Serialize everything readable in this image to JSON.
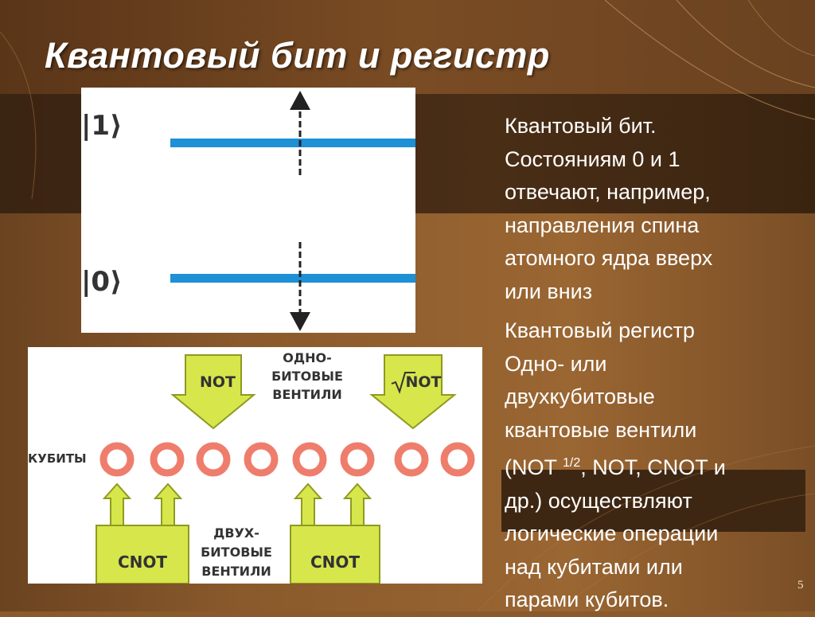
{
  "slide": {
    "title": "Квантовый бит и регистр",
    "number": "5",
    "colors": {
      "background": "#8a5a2c",
      "dark_band": "#3a2412",
      "title": "#ffffff",
      "text": "#ffffff"
    }
  },
  "qubit_diagram": {
    "upper_state": "|1⟩",
    "lower_state": "|0⟩",
    "level_color": "#1e90d6"
  },
  "register_diagram": {
    "single_gates_label_line1": "ОДНО-",
    "single_gates_label_line2": "БИТОВЫЕ",
    "single_gates_label_line3": "ВЕНТИЛИ",
    "two_gates_label_line1": "ДВУХ-",
    "two_gates_label_line2": "БИТОВЫЕ",
    "two_gates_label_line3": "ВЕНТИЛИ",
    "qubits_label": "КУБИТЫ",
    "gate_not_1": "NOT",
    "gate_not_2": "NOT",
    "gate_cnot_1": "CNOT",
    "gate_cnot_2": "CNOT",
    "gate_color": "#d7e64b",
    "qubit_color": "#ef7d6c"
  },
  "body": {
    "para1": [
      "Квантовый бит.",
      "Состояниям 0 и 1",
      "отвечают, например,",
      "направления спина",
      "атомного ядра вверх",
      "или вниз"
    ],
    "para2_line1": "Квантовый регистр",
    "para2_line2": "Одно- или",
    "para2_line3": "двухкубитовые",
    "para2_line4": "квантовые вентили",
    "para2_line5_pre": "(NOT ",
    "para2_line5_sup": "1/2",
    "para2_line5_post": ", NOT, CNOT и",
    "para2_line6": "др.) осуществляют",
    "para2_line7": "логические операции",
    "para2_line8": "над кубитами или",
    "para2_line9": "парами кубитов."
  }
}
